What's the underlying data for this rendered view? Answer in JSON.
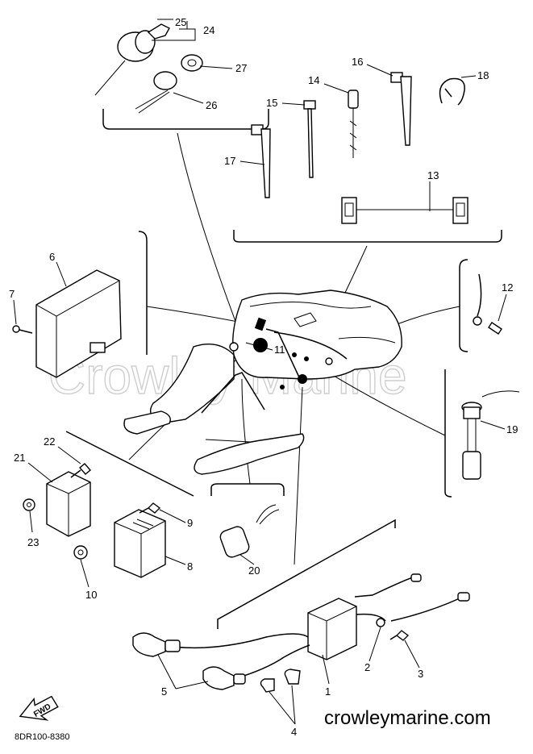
{
  "watermark": "Crowley Marine",
  "footer": {
    "site": "crowleymarine.com",
    "drawing_code": "8DR100-8380",
    "fwd_label": "FWD"
  },
  "callouts": [
    "1",
    "2",
    "3",
    "4",
    "5",
    "6",
    "7",
    "8",
    "9",
    "10",
    "11",
    "12",
    "13",
    "14",
    "15",
    "16",
    "17",
    "18",
    "19",
    "20",
    "21",
    "22",
    "23",
    "24",
    "25",
    "26",
    "27"
  ]
}
